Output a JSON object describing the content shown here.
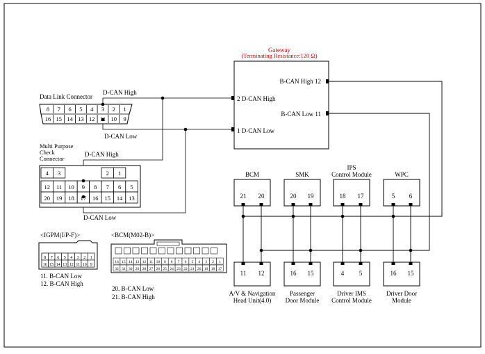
{
  "gateway": {
    "title": "Gateway",
    "subtitle": "(Terminating Resistance:120    Ω)",
    "pin_bcan_high": "B-CAN High 12",
    "pin_bcan_low": "B-CAN Low 11",
    "pin_dcan_high": "2 D-CAN High",
    "pin_dcan_low": "1 D-CAN Low",
    "title_color": "#d40000"
  },
  "dlc": {
    "label": "Data Link Connector",
    "dcan_high": "D-CAN High",
    "dcan_low": "D-CAN Low",
    "row1": [
      "8",
      "7",
      "6",
      "5",
      "4",
      "3",
      "2",
      "1"
    ],
    "row2": [
      "16",
      "15",
      "14",
      "13",
      "12",
      "11",
      "10",
      "9"
    ]
  },
  "mpc": {
    "label_lines": [
      "Multi Purpose",
      "Check",
      "Connector"
    ],
    "dcan_high": "D-CAN High",
    "dcan_low": "D-CAN Low",
    "row0": [
      "4",
      "3",
      "2",
      "1"
    ],
    "row1": [
      "12",
      "11",
      "10",
      "9",
      "8",
      "7",
      "6",
      "5"
    ],
    "row2": [
      "20",
      "19",
      "18",
      "17",
      "16",
      "15",
      "14",
      "13"
    ]
  },
  "top_modules": [
    {
      "name": "BCM",
      "pins": [
        "21",
        "20"
      ]
    },
    {
      "name": "SMK",
      "pins": [
        "20",
        "19"
      ]
    },
    {
      "name": "IPS",
      "name2": "Control Module",
      "pins": [
        "18",
        "17"
      ]
    },
    {
      "name": "WPC",
      "pins": [
        "5",
        "6"
      ]
    }
  ],
  "bottom_modules": [
    {
      "label1": "A/V & Navigation",
      "label2": "Head Unit(4.0)",
      "pins": [
        "11",
        "12"
      ]
    },
    {
      "label1": "Passenger",
      "label2": "Door Module",
      "pins": [
        "16",
        "15"
      ]
    },
    {
      "label1": "Driver IMS",
      "label2": "Control Module",
      "pins": [
        "4",
        "5"
      ]
    },
    {
      "label1": "Driver Door",
      "label2": "Module",
      "pins": [
        "16",
        "15"
      ]
    }
  ],
  "igpm": {
    "title": "<IGPM(I/P-F)>",
    "row1": [
      "8",
      "7",
      "6",
      "5",
      "4",
      "3",
      "2",
      "1"
    ],
    "row2": [
      "16",
      "15",
      "14",
      "13",
      "12",
      "11",
      "10",
      "9"
    ],
    "legend1": "11.  B-CAN Low",
    "legend2": "12.  B-CAN High"
  },
  "bcm_conn": {
    "title": "<BCM(M02-B)>",
    "row1": [
      "16",
      "15",
      "14",
      "13",
      "12",
      "11",
      "10",
      "9",
      "8",
      "7",
      "6",
      "5",
      "4",
      "3",
      "2",
      "1"
    ],
    "row2": [
      "32",
      "31",
      "30",
      "29",
      "28",
      "27",
      "26",
      "25",
      "24",
      "23",
      "22",
      "21",
      "20",
      "19",
      "18",
      "17"
    ],
    "legend1": "20.  B-CAN Low",
    "legend2": "21.  B-CAN High"
  }
}
